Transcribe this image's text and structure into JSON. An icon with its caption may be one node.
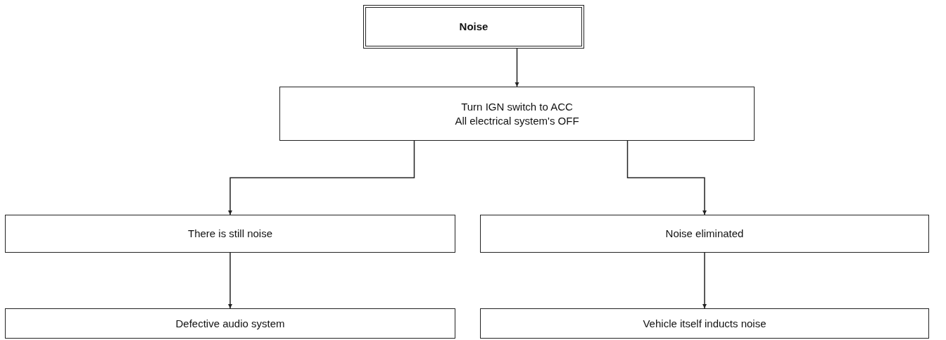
{
  "diagram": {
    "nodes": [
      {
        "text": [
          "Noise"
        ]
      },
      {
        "text": [
          "Turn IGN switch to ACC",
          "All electrical system's OFF"
        ]
      },
      {
        "text": [
          "There is still noise"
        ]
      },
      {
        "text": [
          "Defective audio system"
        ]
      },
      {
        "text": [
          "Noise eliminated"
        ]
      },
      {
        "text": [
          "Vehicle itself inducts noise"
        ]
      }
    ],
    "edges": [
      {
        "from": 0,
        "to": 1,
        "arrow": "to"
      },
      {
        "from": 1,
        "to": 2,
        "arrow": "to"
      },
      {
        "from": 1,
        "to": 4,
        "arrow": "to"
      },
      {
        "from": 2,
        "to": 3,
        "arrow": "to"
      },
      {
        "from": 4,
        "to": 5,
        "arrow": "to"
      }
    ]
  }
}
